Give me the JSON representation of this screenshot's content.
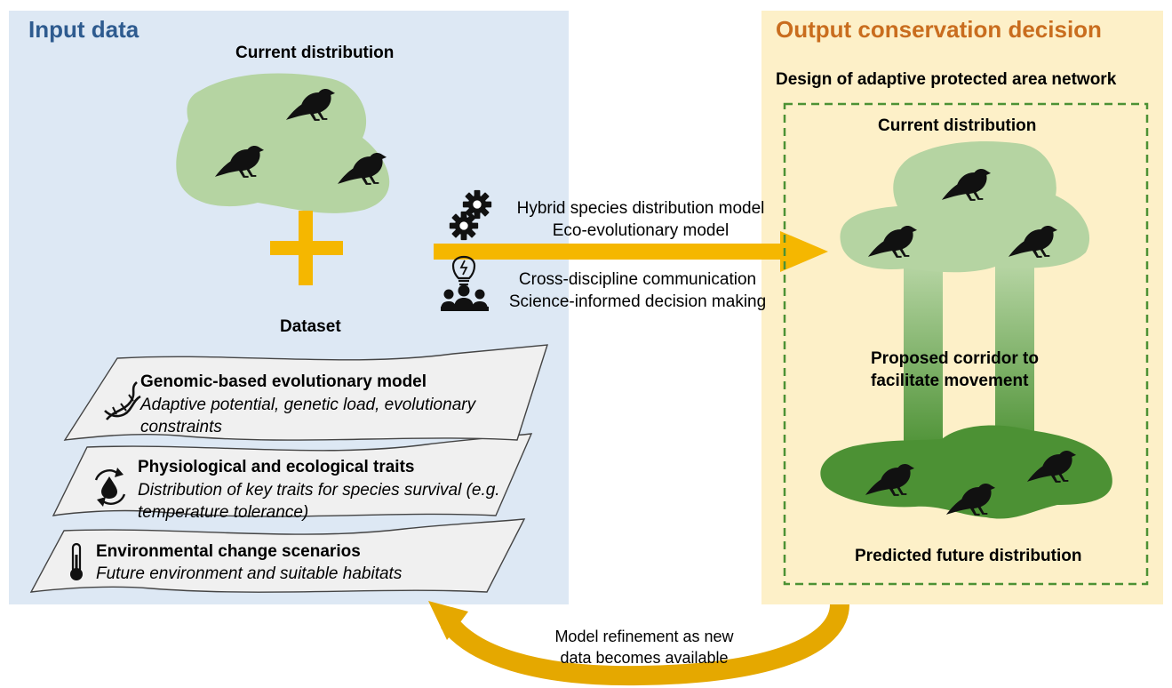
{
  "input_panel": {
    "title": "Input data",
    "current_distribution_label": "Current distribution",
    "dataset_label": "Dataset",
    "cards": [
      {
        "title": "Genomic-based evolutionary model",
        "description": "Adaptive potential, genetic load, evolutionary constraints",
        "icon": "dna-icon"
      },
      {
        "title": "Physiological and ecological traits",
        "description": "Distribution of key traits for species survival (e.g. temperature tolerance)",
        "icon": "cycle-drop-icon"
      },
      {
        "title": "Environmental change scenarios",
        "description": "Future environment and suitable habitats",
        "icon": "thermometer-icon"
      }
    ]
  },
  "middle": {
    "model_line1": "Hybrid species distribution model",
    "model_line2": "Eco-evolutionary model",
    "comm_line1": "Cross-discipline communication",
    "comm_line2": "Science-informed decision making"
  },
  "output_panel": {
    "title": "Output conservation decision",
    "subtitle": "Design of adaptive protected area network",
    "current_distribution_label": "Current distribution",
    "corridor_line1": "Proposed corridor to",
    "corridor_line2": "facilitate movement",
    "future_label": "Predicted future distribution"
  },
  "feedback": {
    "line1": "Model refinement as new",
    "line2": "data becomes available"
  },
  "colors": {
    "input_bg": "#dde8f4",
    "output_bg": "#fdf0c8",
    "input_title": "#2e5b8f",
    "output_title": "#c96d1e",
    "arrow": "#f5b700",
    "habitat_light": "#b5d4a2",
    "habitat_dark": "#4c9134",
    "card_fill": "#f0f0f0"
  }
}
